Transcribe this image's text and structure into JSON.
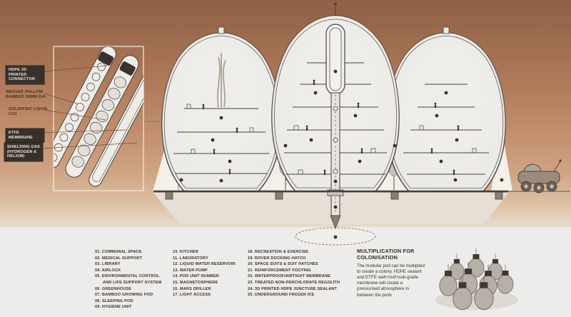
{
  "detail_labels": {
    "items": [
      {
        "label": "HDPE 3D PRINTED CONNECTOR",
        "boxed": true
      },
      {
        "label": "WEAVED HOLLOW BAMBOO 30MM DIA.",
        "boxed": false
      },
      {
        "label": "SOLIDIFIED LIQUID CO2",
        "boxed": false
      },
      {
        "label": "ETFE MEMBRANE",
        "boxed": true
      },
      {
        "label": "SHIELDING GAS (HYDROGEN & HELIUM)",
        "boxed": true
      }
    ]
  },
  "legend": {
    "columns": [
      {
        "items": [
          "01. COMMUNAL SPACE",
          "02. MEDICAL SUPPORT",
          "03. LIBRARY",
          "04. AIRLOCK",
          "05. ENVIRONMENTAL CONTROL AND LIFE SUPPORT SYSTEM",
          "06. GREENHOUSE",
          "07. BAMBOO GROWING POD",
          "08. SLEEPING POD",
          "09. HYGIENE UNIT"
        ]
      },
      {
        "items": [
          "10. KITCHEN",
          "11. LABORATORY",
          "12. LIQUID WATER RESERVOIR",
          "13. WATER PUMP",
          "14. POD UNIT NUMBER",
          "15. MAGNETOSPHERE",
          "16. MARS DRILLER",
          "17. LIGHT ACCESS"
        ]
      },
      {
        "items": [
          "18. RECREATION & EXERCISE",
          "19. ROVER DOCKING HATCH",
          "20. SPACE SUITS & SUIT HATCHES",
          "21. REINFORCEMENT FOOTING",
          "22. WATERPROOF/AIRTIGHT MEMBRANE",
          "23. TREATED NON-PERCHLORATE REGOLITH",
          "24. 3D PRINTED HDPE JUNCTURE SEALANT",
          "25. UNDERGROUND FROZEN ICE"
        ]
      }
    ]
  },
  "colonisation": {
    "title": "MULTIPLICATION FOR COLONISATION",
    "body": "The modular pod can be multiplied to create a colony. HDPE sealant and ETFE wall+roof+sub-grade membrane will create a pressurised atmosphere in between the pods"
  },
  "colors": {
    "background_top": "#8e6044",
    "background_mid": "#cfa382",
    "panel": "#edecea",
    "ink": "#47403a",
    "label_box": "#38302a",
    "pod_fill": "#ebe9e5"
  }
}
